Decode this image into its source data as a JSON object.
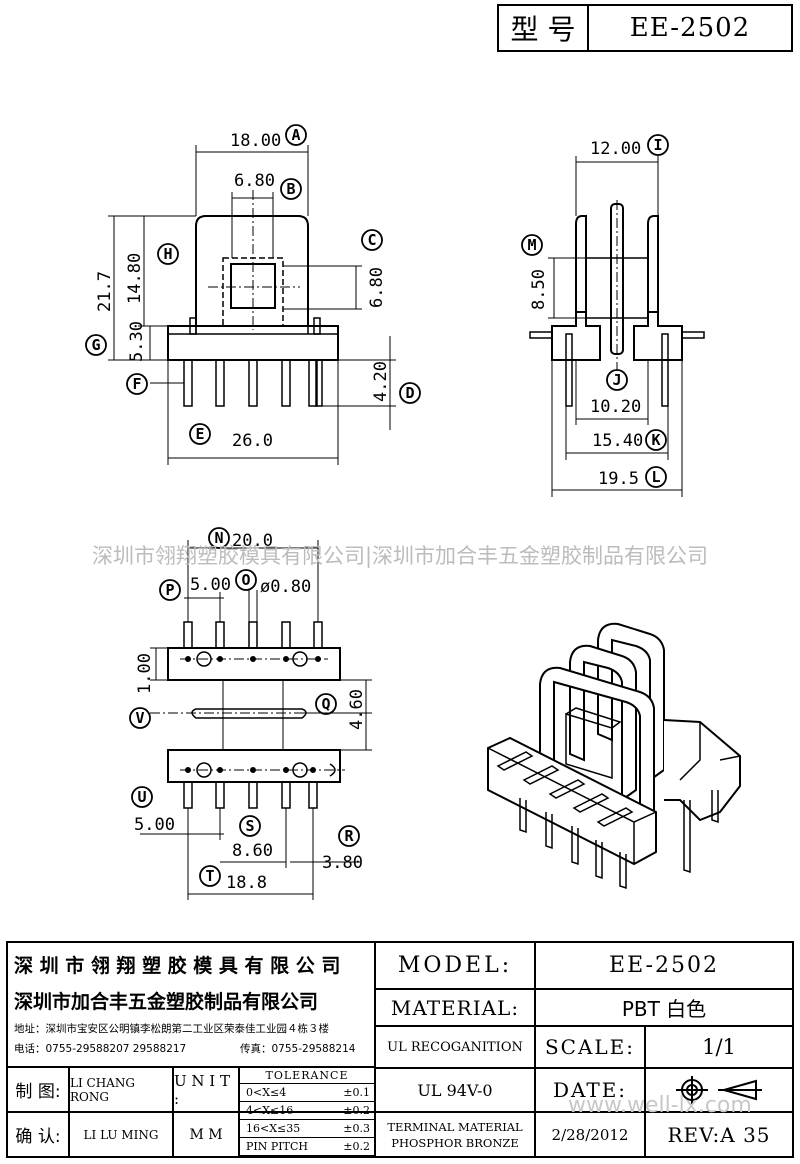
{
  "header": {
    "model_label": "型 号",
    "model_value": "EE-2502"
  },
  "dims": {
    "A": "18.00",
    "B": "6.80",
    "C": "6.80",
    "D": "4.20",
    "E": "26.0",
    "F": "",
    "G": "5.30",
    "H": "14.80",
    "total_height": "21.7",
    "I": "12.00",
    "J": "10.20",
    "K": "15.40",
    "L": "19.5",
    "M": "8.50",
    "N": "20.0",
    "O": "ø0.80",
    "P": "5.00",
    "Q": "4.60",
    "R": "3.80",
    "S": "8.60",
    "T": "18.8",
    "U": "5.00",
    "V": "",
    "pcb_h": "1.00"
  },
  "letters": [
    "A",
    "B",
    "C",
    "D",
    "E",
    "F",
    "G",
    "H",
    "I",
    "J",
    "K",
    "L",
    "M",
    "N",
    "O",
    "P",
    "Q",
    "R",
    "S",
    "T",
    "U",
    "V"
  ],
  "watermark": "深圳市翎翔塑胶模具有限公司|深圳市加合丰五金塑胶制品有限公司",
  "title_block": {
    "company1": "深 圳 市 翎 翔 塑 胶 模 具 有 限 公 司",
    "company2": "深圳市加合丰五金塑胶制品有限公司",
    "address": "地址：深圳市宝安区公明镇李松朗第二工业区荣泰佳工业园４栋３楼",
    "phone": "电话：0755-29588207  29588217",
    "fax": "传真：0755-29588214",
    "drawn_label": "制 图:",
    "drawn_by": "LI CHANG RONG",
    "check_label": "确 认:",
    "checked_by": "LI LU MING",
    "unit_label": "U N I T :",
    "unit_value": "M M",
    "tolerance_title": "TOLERANCE",
    "tolerances": [
      {
        "range": "0<X≤4",
        "value": "±0.1"
      },
      {
        "range": "4<X≤16",
        "value": "±0.2"
      },
      {
        "range": "16<X≤35",
        "value": "±0.3"
      },
      {
        "range": "PIN PITCH",
        "value": "±0.2"
      }
    ],
    "model_label": "MODEL:",
    "model_value": "EE-2502",
    "material_label": "MATERIAL:",
    "material_value": "PBT 白色",
    "ul_label": "UL RECOGANITION",
    "ul_value": "UL 94V-0",
    "terminal_label_1": "TERMINAL MATERIAL",
    "terminal_label_2": "PHOSPHOR  BRONZE",
    "scale_label": "SCALE:",
    "scale_value": "1/1",
    "date_label": "DATE:",
    "date_value": "2/28/2012",
    "rev_value": "REV:A 35",
    "site_watermark": "www.well-lx.com"
  }
}
